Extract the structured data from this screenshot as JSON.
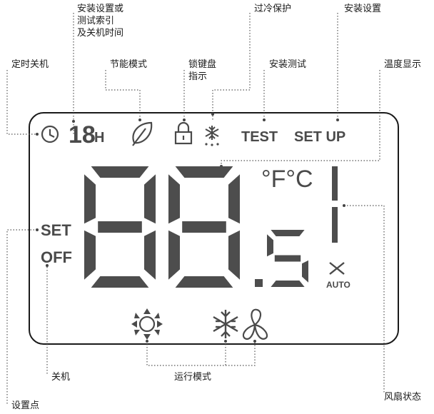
{
  "labels": {
    "timer_off": "定时关机",
    "install_setting_or_test": "安装设置或\n测试索引\n及关机时间",
    "energy_mode": "节能模式",
    "keypad_lock": "锁键盘\n指示",
    "overcool_protect": "过冷保护",
    "install_test": "安装测试",
    "install_setup": "安装设置",
    "temp_display": "温度显示",
    "off": "关机",
    "run_mode": "运行模式",
    "set_point": "设置点",
    "fan_state": "风扇状态"
  },
  "lcd": {
    "hour_digits": "18",
    "hour_unit": "H",
    "test": "TEST",
    "setup": "SET UP",
    "set": "SET",
    "off": "OFF",
    "units": "°F°C",
    "auto": "AUTO",
    "main_digits": "88",
    "decimal_digit": "5"
  },
  "icons": [
    "clock-icon",
    "leaf-icon",
    "lock-icon",
    "snowflake-drip-icon",
    "sun-icon",
    "snowflake-icon",
    "fan-icon",
    "fan-auto-icon"
  ]
}
